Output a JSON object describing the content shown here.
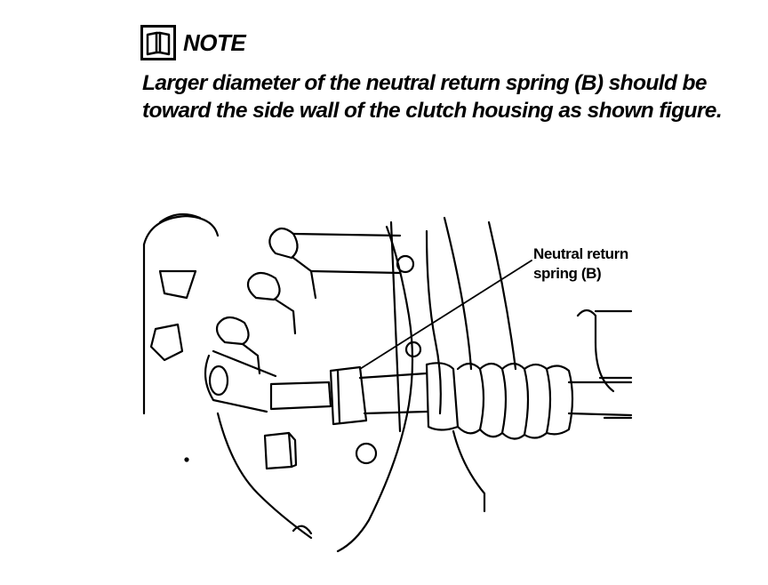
{
  "note": {
    "title": "NOTE",
    "icon": "book-icon",
    "body": "Larger diameter of the neutral return spring (B) should be toward the side wall of the clutch housing as shown figure."
  },
  "figure": {
    "callout_line1": "Neutral return",
    "callout_line2": "spring (B)"
  }
}
